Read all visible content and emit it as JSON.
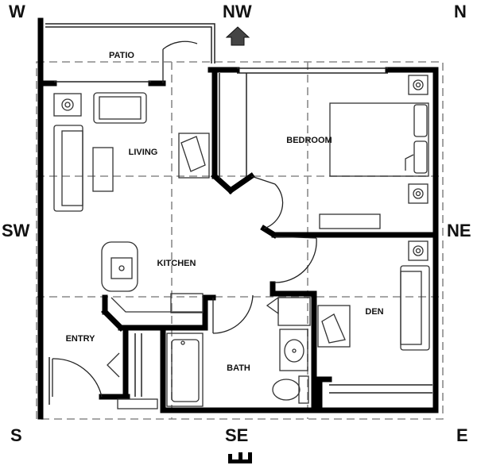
{
  "compass": {
    "w": "W",
    "nw": "NW",
    "n": "N",
    "sw": "SW",
    "ne": "NE",
    "s": "S",
    "se": "SE",
    "e": "E"
  },
  "rooms": {
    "patio": "PATIO",
    "living": "LIVING",
    "bedroom": "BEDROOM",
    "kitchen": "KITCHEN",
    "entry": "ENTRY",
    "den": "DEN",
    "bath": "BATH"
  },
  "icons": {
    "house_marker": "house-arrow-icon",
    "bagua_symbol": "trigram-symbol-icon"
  },
  "colors": {
    "wall": "#000000",
    "grid": "#8a8a8a",
    "furniture": "#333333"
  }
}
